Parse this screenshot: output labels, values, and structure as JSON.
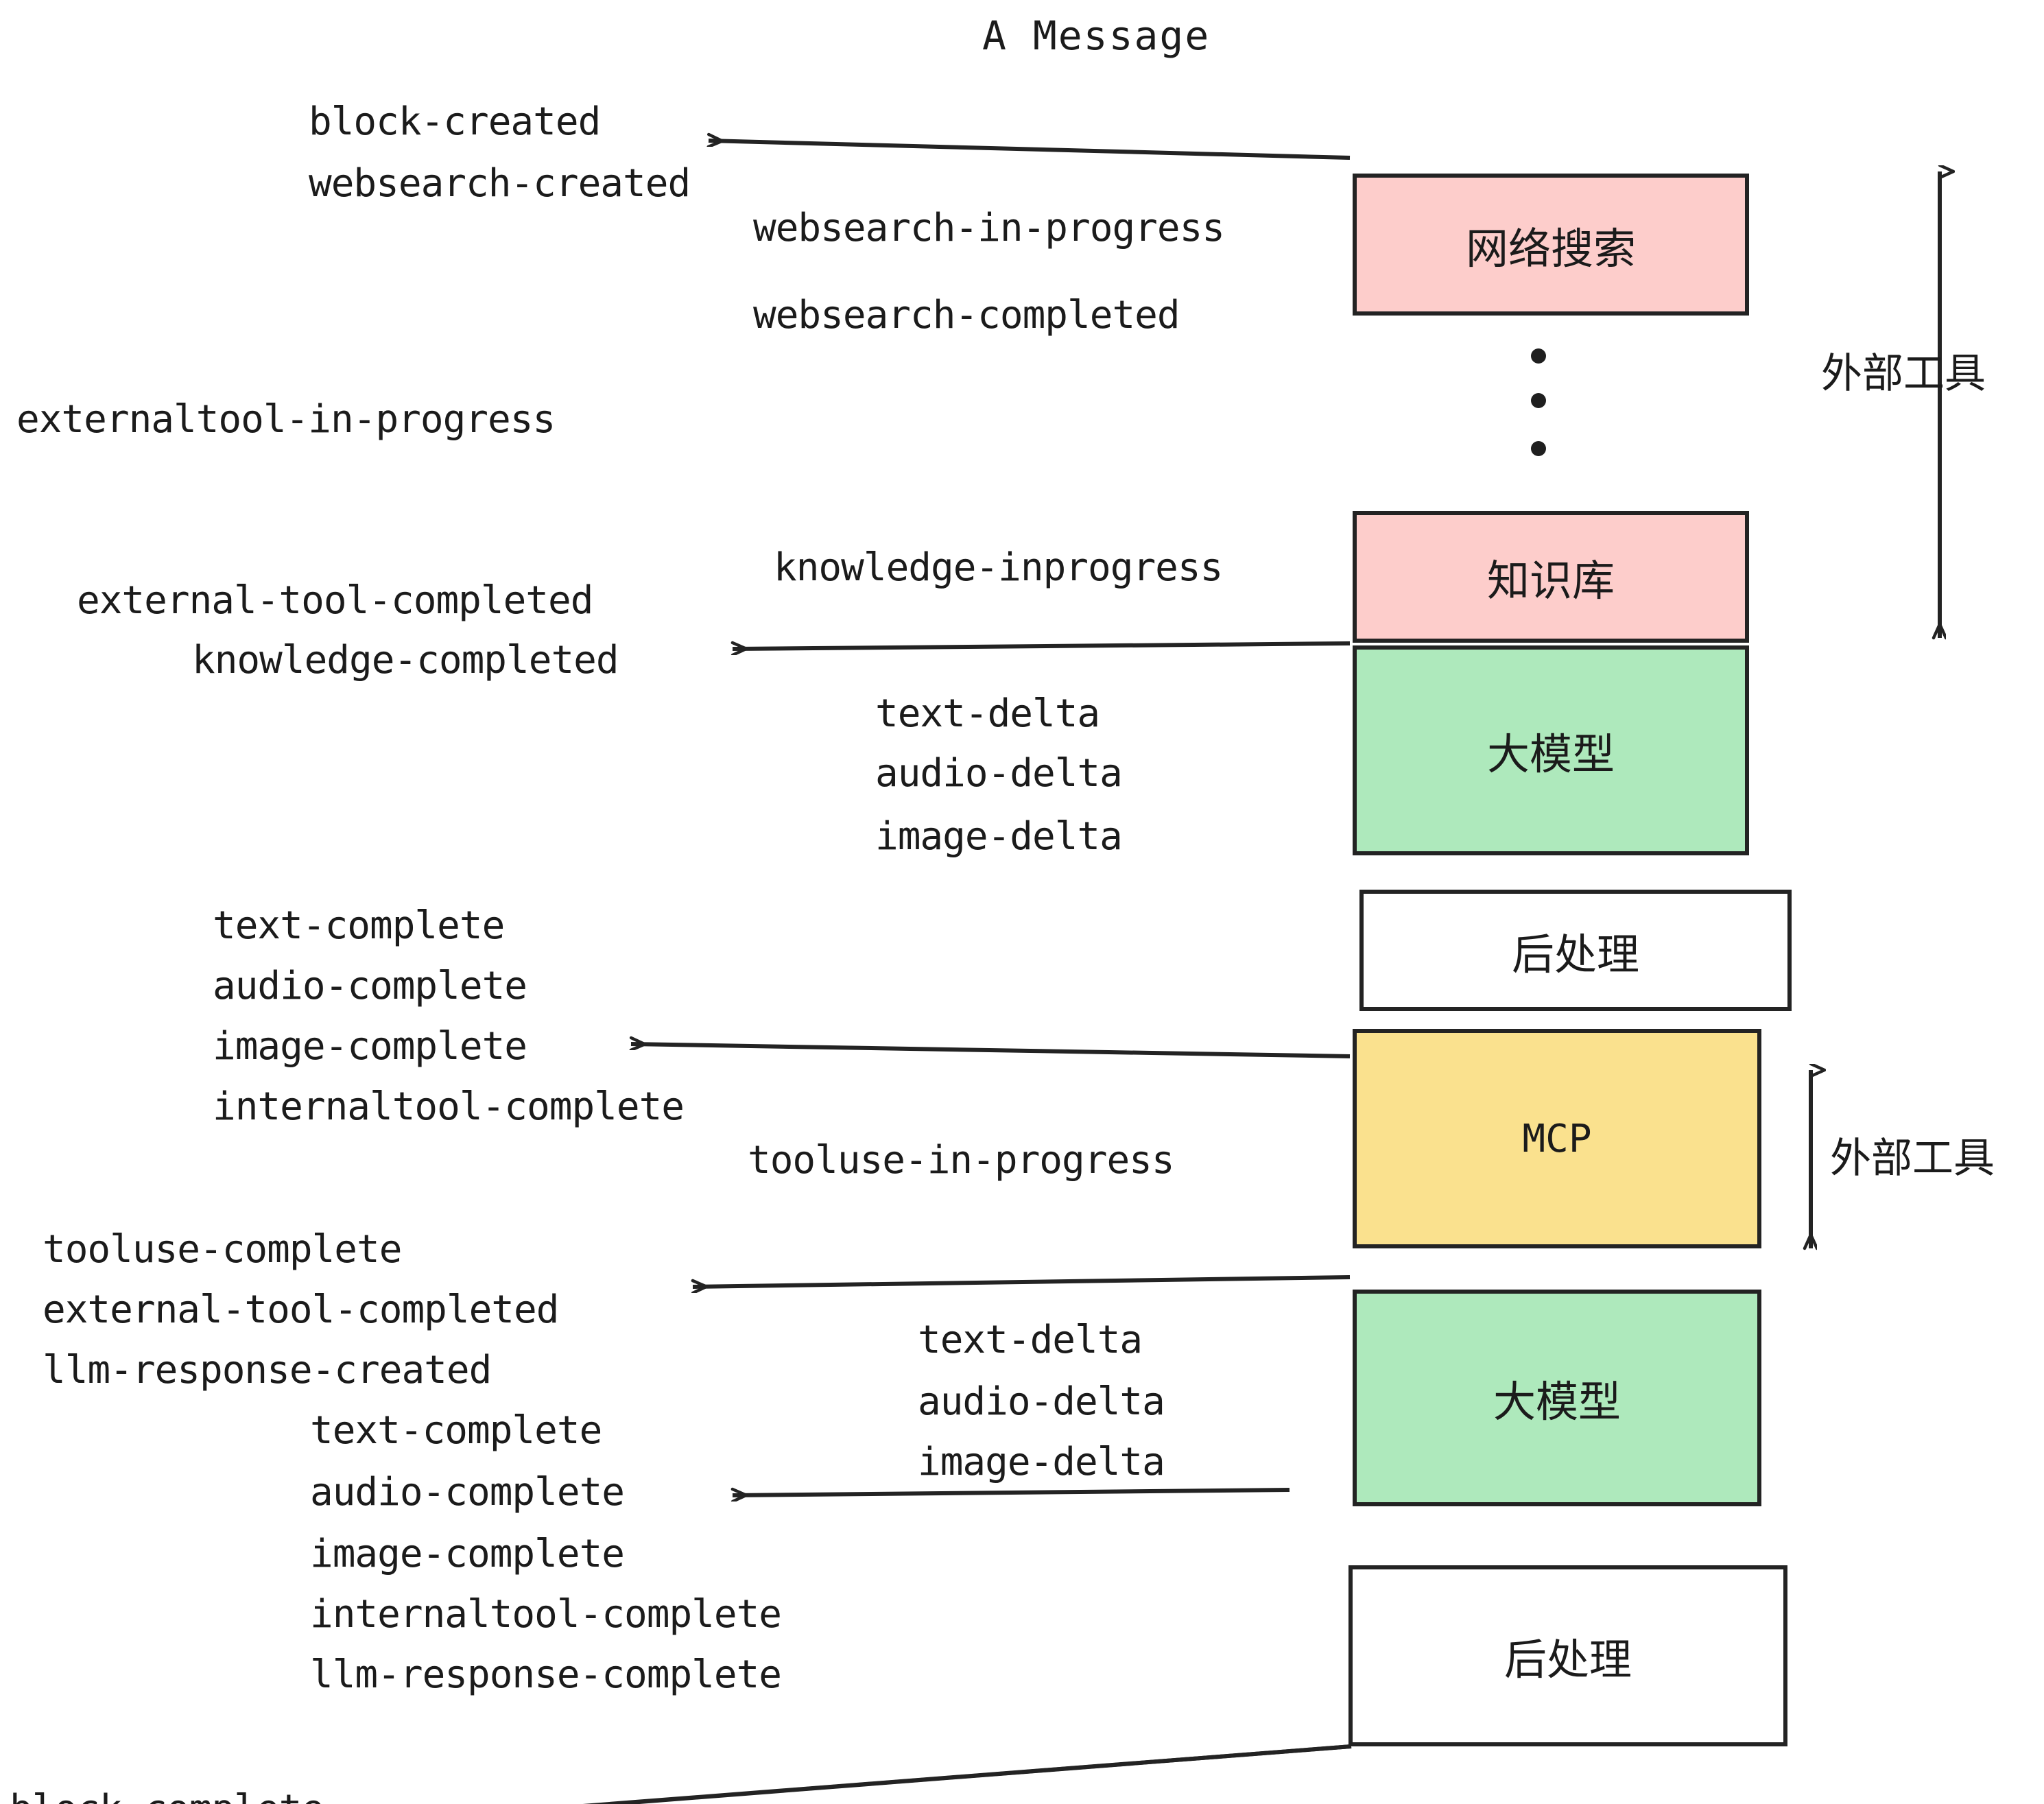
{
  "diagram": {
    "title": "A Message",
    "colors": {
      "tool_pink": "#FDCDCB",
      "llm_green": "#AEE9BC",
      "mcp_yellow": "#FAE18E",
      "post_white": "#FFFFFF",
      "stroke": "#232323",
      "text": "#1b1b1b"
    },
    "nodes": [
      {
        "id": "websearch",
        "label": "网络搜索",
        "fill": "tool_pink"
      },
      {
        "id": "knowledge",
        "label": "知识库",
        "fill": "tool_pink"
      },
      {
        "id": "llm-1",
        "label": "大模型",
        "fill": "llm_green"
      },
      {
        "id": "postprocess-1",
        "label": "后处理",
        "fill": "post_white"
      },
      {
        "id": "mcp",
        "label": "MCP",
        "fill": "mcp_yellow"
      },
      {
        "id": "llm-2",
        "label": "大模型",
        "fill": "llm_green"
      },
      {
        "id": "postprocess-2",
        "label": "后处理",
        "fill": "post_white"
      }
    ],
    "side_labels": [
      {
        "id": "external-tools-top",
        "label": "外部工具"
      },
      {
        "id": "external-tools-bottom",
        "label": "外部工具"
      }
    ],
    "events": [
      {
        "id": "block-created",
        "label": "block-created"
      },
      {
        "id": "websearch-created",
        "label": "websearch-created"
      },
      {
        "id": "websearch-in-progress",
        "label": "websearch-in-progress"
      },
      {
        "id": "websearch-completed",
        "label": "websearch-completed"
      },
      {
        "id": "externaltool-in-progress",
        "label": "externaltool-in-progress"
      },
      {
        "id": "knowledge-inprogress",
        "label": "knowledge-inprogress"
      },
      {
        "id": "external-tool-completed-1",
        "label": "external-tool-completed"
      },
      {
        "id": "knowledge-completed",
        "label": "knowledge-completed"
      },
      {
        "id": "text-delta-1",
        "label": "text-delta"
      },
      {
        "id": "audio-delta-1",
        "label": "audio-delta"
      },
      {
        "id": "image-delta-1",
        "label": "image-delta"
      },
      {
        "id": "text-complete-1",
        "label": "text-complete"
      },
      {
        "id": "audio-complete-1",
        "label": "audio-complete"
      },
      {
        "id": "image-complete-1",
        "label": "image-complete"
      },
      {
        "id": "internaltool-complete-1",
        "label": "internaltool-complete"
      },
      {
        "id": "tooluse-in-progress",
        "label": "tooluse-in-progress"
      },
      {
        "id": "tooluse-complete",
        "label": "tooluse-complete"
      },
      {
        "id": "external-tool-completed-2",
        "label": "external-tool-completed"
      },
      {
        "id": "llm-response-created",
        "label": "llm-response-created"
      },
      {
        "id": "text-complete-2",
        "label": "text-complete"
      },
      {
        "id": "audio-complete-2",
        "label": "audio-complete"
      },
      {
        "id": "image-complete-2",
        "label": "image-complete"
      },
      {
        "id": "internaltool-complete-2",
        "label": "internaltool-complete"
      },
      {
        "id": "llm-response-complete",
        "label": "llm-response-complete"
      },
      {
        "id": "text-delta-2",
        "label": "text-delta"
      },
      {
        "id": "audio-delta-2",
        "label": "audio-delta"
      },
      {
        "id": "image-delta-2",
        "label": "image-delta"
      },
      {
        "id": "block-complete",
        "label": "block-complete"
      }
    ]
  }
}
